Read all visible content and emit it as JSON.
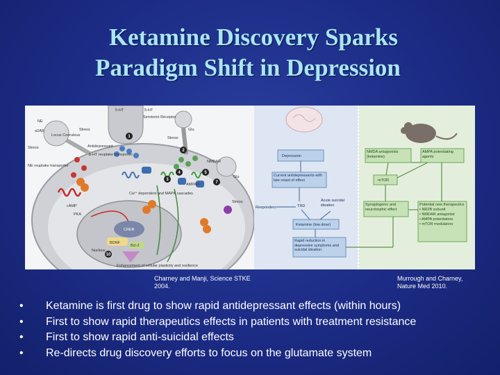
{
  "slide": {
    "title_line1": "Ketamine Discovery Sparks",
    "title_line2": "Paradigm Shift in Depression"
  },
  "figure_left": {
    "citation": "Charney and Manji, Science STKE 2004.",
    "labels": {
      "ht5": "5-HT",
      "ht5_2": "5-HT",
      "serotonin": "Serotonin Receptor",
      "ne": "NE",
      "a2ar": "α2AR",
      "lc": "Locus Coeruleus",
      "stress1": "Stress",
      "stress2": "Stress",
      "stress3": "Stress",
      "stress4": "Stress",
      "antidep": "Antidepressant",
      "transporter": "5-HT reuptake transporter",
      "ne_reuptake": "NE reuptake transporter",
      "glu": "Glu",
      "ampar": "AMPAR",
      "nmdar": "NMDAR",
      "glu2": "Glu",
      "camp": "cAMP",
      "pka": "PKA",
      "mapk": "Ca²⁺ dependent and MAPK cascades",
      "creb": "CREB",
      "bdnf": "BDNF",
      "bcl2": "Bcl-2",
      "nucleus": "Nucleus",
      "enhancement": "Enhancement of cellular plasticity and resilience"
    }
  },
  "figure_right": {
    "citation": "Murrough and Charney, Nature Med 2010.",
    "boxes": {
      "depression": "Depression",
      "current": "Current antidepressants with late onset of effect",
      "responders": "Responders",
      "trd": "TRD",
      "acute": "Acute suicidal ideation",
      "ketamine_low": "Ketamine (low dose)",
      "rapid": "Rapid reduction in depressive symptoms and suicidal ideation",
      "nmda": "NMDA antagonists (ketamine)",
      "ampa": "AMPA potentiating agents",
      "mtor": "mTOR",
      "synapto": "Synaptogenic and neurotrophic effect",
      "potential": "Potential new therapeutics",
      "list1": "• NR2B subunit",
      "list2": "• NMDAR antagonist",
      "list3": "• AMPA potentiators",
      "list4": "• mTOR modulators"
    }
  },
  "bullets": [
    "Ketamine is first drug to show rapid antidepressant effects (within hours)",
    "First to show rapid therapeutics effects in patients with treatment resistance",
    "First to show rapid anti-suicidal effects",
    "Re-directs drug discovery efforts to focus on the glutamate system"
  ],
  "bullet_symbol": "•",
  "colors": {
    "background": "#1c2c86",
    "title": "#a9e6f4",
    "text": "#ffffff"
  }
}
